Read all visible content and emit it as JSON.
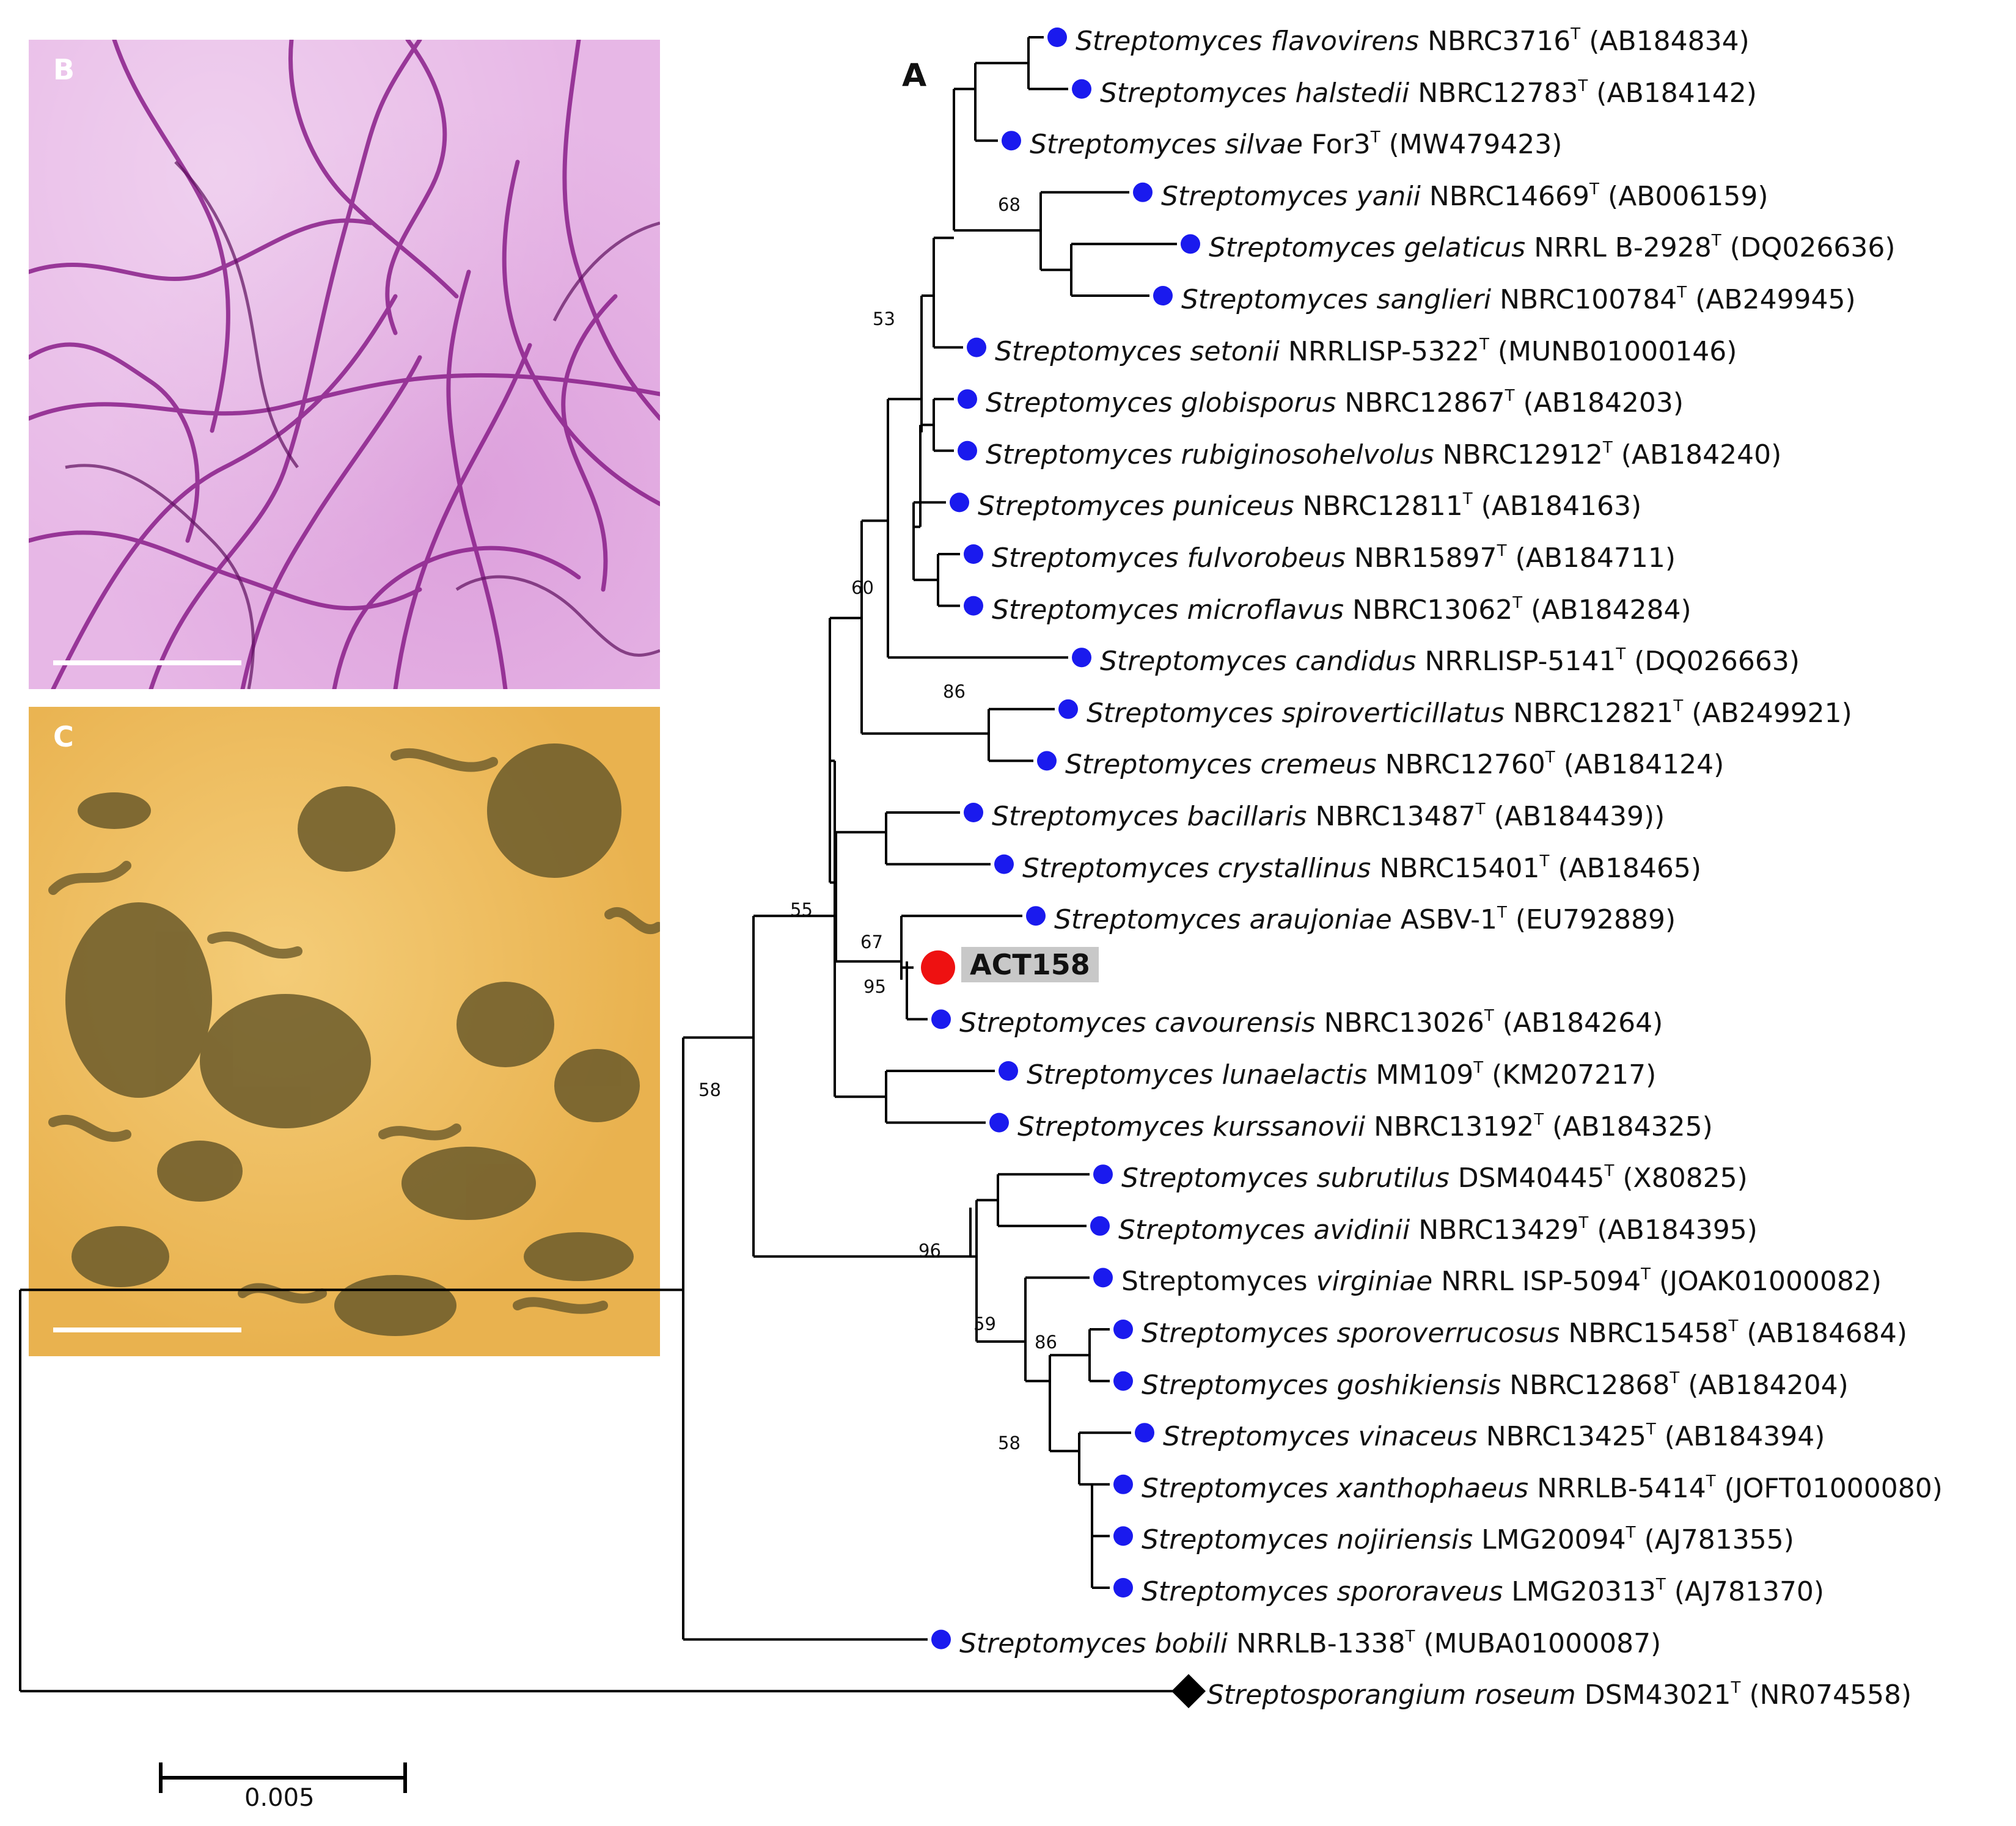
{
  "panel_labels": {
    "a": "A",
    "b": "B",
    "c": "C"
  },
  "scale_bar": {
    "label": "0.005",
    "value": 0.005
  },
  "colors": {
    "reference_marker": "#1a1aee",
    "query_marker": "#ee1111",
    "outgroup_marker": "#000000",
    "query_highlight": "#c8c8c8"
  },
  "taxa": [
    {
      "name": "Streptomyces flavovirens",
      "strain": "NBRC3716",
      "sup": "T",
      "accession": "(AB184834)",
      "marker": "blue-dot"
    },
    {
      "name": "Streptomyces halstedii",
      "strain": "NBRC12783",
      "sup": "T",
      "accession": "(AB184142)",
      "marker": "blue-dot"
    },
    {
      "name": "Streptomyces silvae",
      "strain": "For3",
      "sup": "T",
      "accession": "(MW479423)",
      "marker": "blue-dot"
    },
    {
      "name": "Streptomyces yanii",
      "strain": "NBRC14669",
      "sup": "T",
      "accession": "(AB006159)",
      "marker": "blue-dot"
    },
    {
      "name": "Streptomyces gelaticus",
      "strain": "NRRL B-2928",
      "sup": "T",
      "accession": "(DQ026636)",
      "marker": "blue-dot"
    },
    {
      "name": "Streptomyces sanglieri",
      "strain": "NBRC100784",
      "sup": "T",
      "accession": "(AB249945)",
      "marker": "blue-dot"
    },
    {
      "name": "Streptomyces setonii",
      "strain": "NRRLISP-5322",
      "sup": "T",
      "accession": "(MUNB01000146)",
      "marker": "blue-dot"
    },
    {
      "name": "Streptomyces globisporus",
      "strain": "NBRC12867",
      "sup": "T",
      "accession": "(AB184203)",
      "marker": "blue-dot"
    },
    {
      "name": "Streptomyces rubiginosohelvolus",
      "strain": "NBRC12912",
      "sup": "T",
      "accession": "(AB184240)",
      "marker": "blue-dot"
    },
    {
      "name": "Streptomyces puniceus",
      "strain": "NBRC12811",
      "sup": "T",
      "accession": "(AB184163)",
      "marker": "blue-dot"
    },
    {
      "name": "Streptomyces fulvorobeus",
      "strain": "NBR15897",
      "sup": "T",
      "accession": "(AB184711)",
      "marker": "blue-dot"
    },
    {
      "name": "Streptomyces microflavus",
      "strain": "NBRC13062",
      "sup": "T",
      "accession": "(AB184284)",
      "marker": "blue-dot"
    },
    {
      "name": "Streptomyces candidus",
      "strain": "NRRLISP-5141",
      "sup": "T",
      "accession": "(DQ026663)",
      "marker": "blue-dot"
    },
    {
      "name": "Streptomyces spiroverticillatus",
      "strain": "NBRC12821",
      "sup": "T",
      "accession": "(AB249921)",
      "marker": "blue-dot"
    },
    {
      "name": "Streptomyces cremeus",
      "strain": "NBRC12760",
      "sup": "T",
      "accession": "(AB184124)",
      "marker": "blue-dot"
    },
    {
      "name": "Streptomyces bacillaris",
      "strain": "NBRC13487",
      "sup": "T",
      "accession": "(AB184439))",
      "marker": "blue-dot"
    },
    {
      "name": "Streptomyces crystallinus",
      "strain": "NBRC15401",
      "sup": "T",
      "accession": "(AB18465)",
      "marker": "blue-dot"
    },
    {
      "name": "Streptomyces araujoniae",
      "strain": "ASBV-1",
      "sup": "T",
      "accession": "(EU792889)",
      "marker": "blue-dot"
    },
    {
      "name": "ACT158",
      "strain": "",
      "sup": "",
      "accession": "",
      "marker": "red-dot",
      "query": true
    },
    {
      "name": "Streptomyces cavourensis",
      "strain": "NBRC13026",
      "sup": "T",
      "accession": "(AB184264)",
      "marker": "blue-dot"
    },
    {
      "name": "Streptomyces lunaelactis",
      "strain": "MM109",
      "sup": "T",
      "accession": "(KM207217)",
      "marker": "blue-dot"
    },
    {
      "name": "Streptomyces kurssanovii",
      "strain": "NBRC13192",
      "sup": "T",
      "accession": "(AB184325)",
      "marker": "blue-dot"
    },
    {
      "name": "Streptomyces subrutilus",
      "strain": "DSM40445",
      "sup": "T",
      "accession": "(X80825)",
      "marker": "blue-dot"
    },
    {
      "name": "Streptomyces avidinii",
      "strain": "NBRC13429",
      "sup": "T",
      "accession": "(AB184395)",
      "marker": "blue-dot"
    },
    {
      "name": "virginiae",
      "prefix": "Streptomyces",
      "strain": "NRRL ISP-5094",
      "sup": "T",
      "accession": "(JOAK01000082)",
      "marker": "blue-dot"
    },
    {
      "name": "Streptomyces sporoverrucosus",
      "strain": "NBRC15458",
      "sup": "T",
      "accession": "(AB184684)",
      "marker": "blue-dot"
    },
    {
      "name": "Streptomyces goshikiensis",
      "strain": "NBRC12868",
      "sup": "T",
      "accession": "(AB184204)",
      "marker": "blue-dot"
    },
    {
      "name": "Streptomyces vinaceus",
      "strain": "NBRC13425",
      "sup": "T",
      "accession": "(AB184394)",
      "marker": "blue-dot"
    },
    {
      "name": "Streptomyces xanthophaeus",
      "strain": "NRRLB-5414",
      "sup": "T",
      "accession": "(JOFT01000080)",
      "marker": "blue-dot"
    },
    {
      "name": "Streptomyces nojiriensis",
      "strain": "LMG20094",
      "sup": "T",
      "accession": "(AJ781355)",
      "marker": "blue-dot"
    },
    {
      "name": "Streptomyces spororaveus",
      "strain": "LMG20313",
      "sup": "T",
      "accession": "(AJ781370)",
      "marker": "blue-dot"
    },
    {
      "name": "Streptomyces bobili",
      "strain": "NRRLB-1338",
      "sup": "T",
      "accession": "(MUBA01000087)",
      "marker": "blue-dot"
    },
    {
      "name": "Streptosporangium roseum",
      "strain": "DSM43021",
      "sup": "T",
      "accession": "(NR074558)",
      "marker": "diamond"
    }
  ],
  "bootstrap": [
    "68",
    "53",
    "60",
    "86",
    "55",
    "67",
    "95",
    "58",
    "96",
    "59",
    "86",
    "58"
  ]
}
